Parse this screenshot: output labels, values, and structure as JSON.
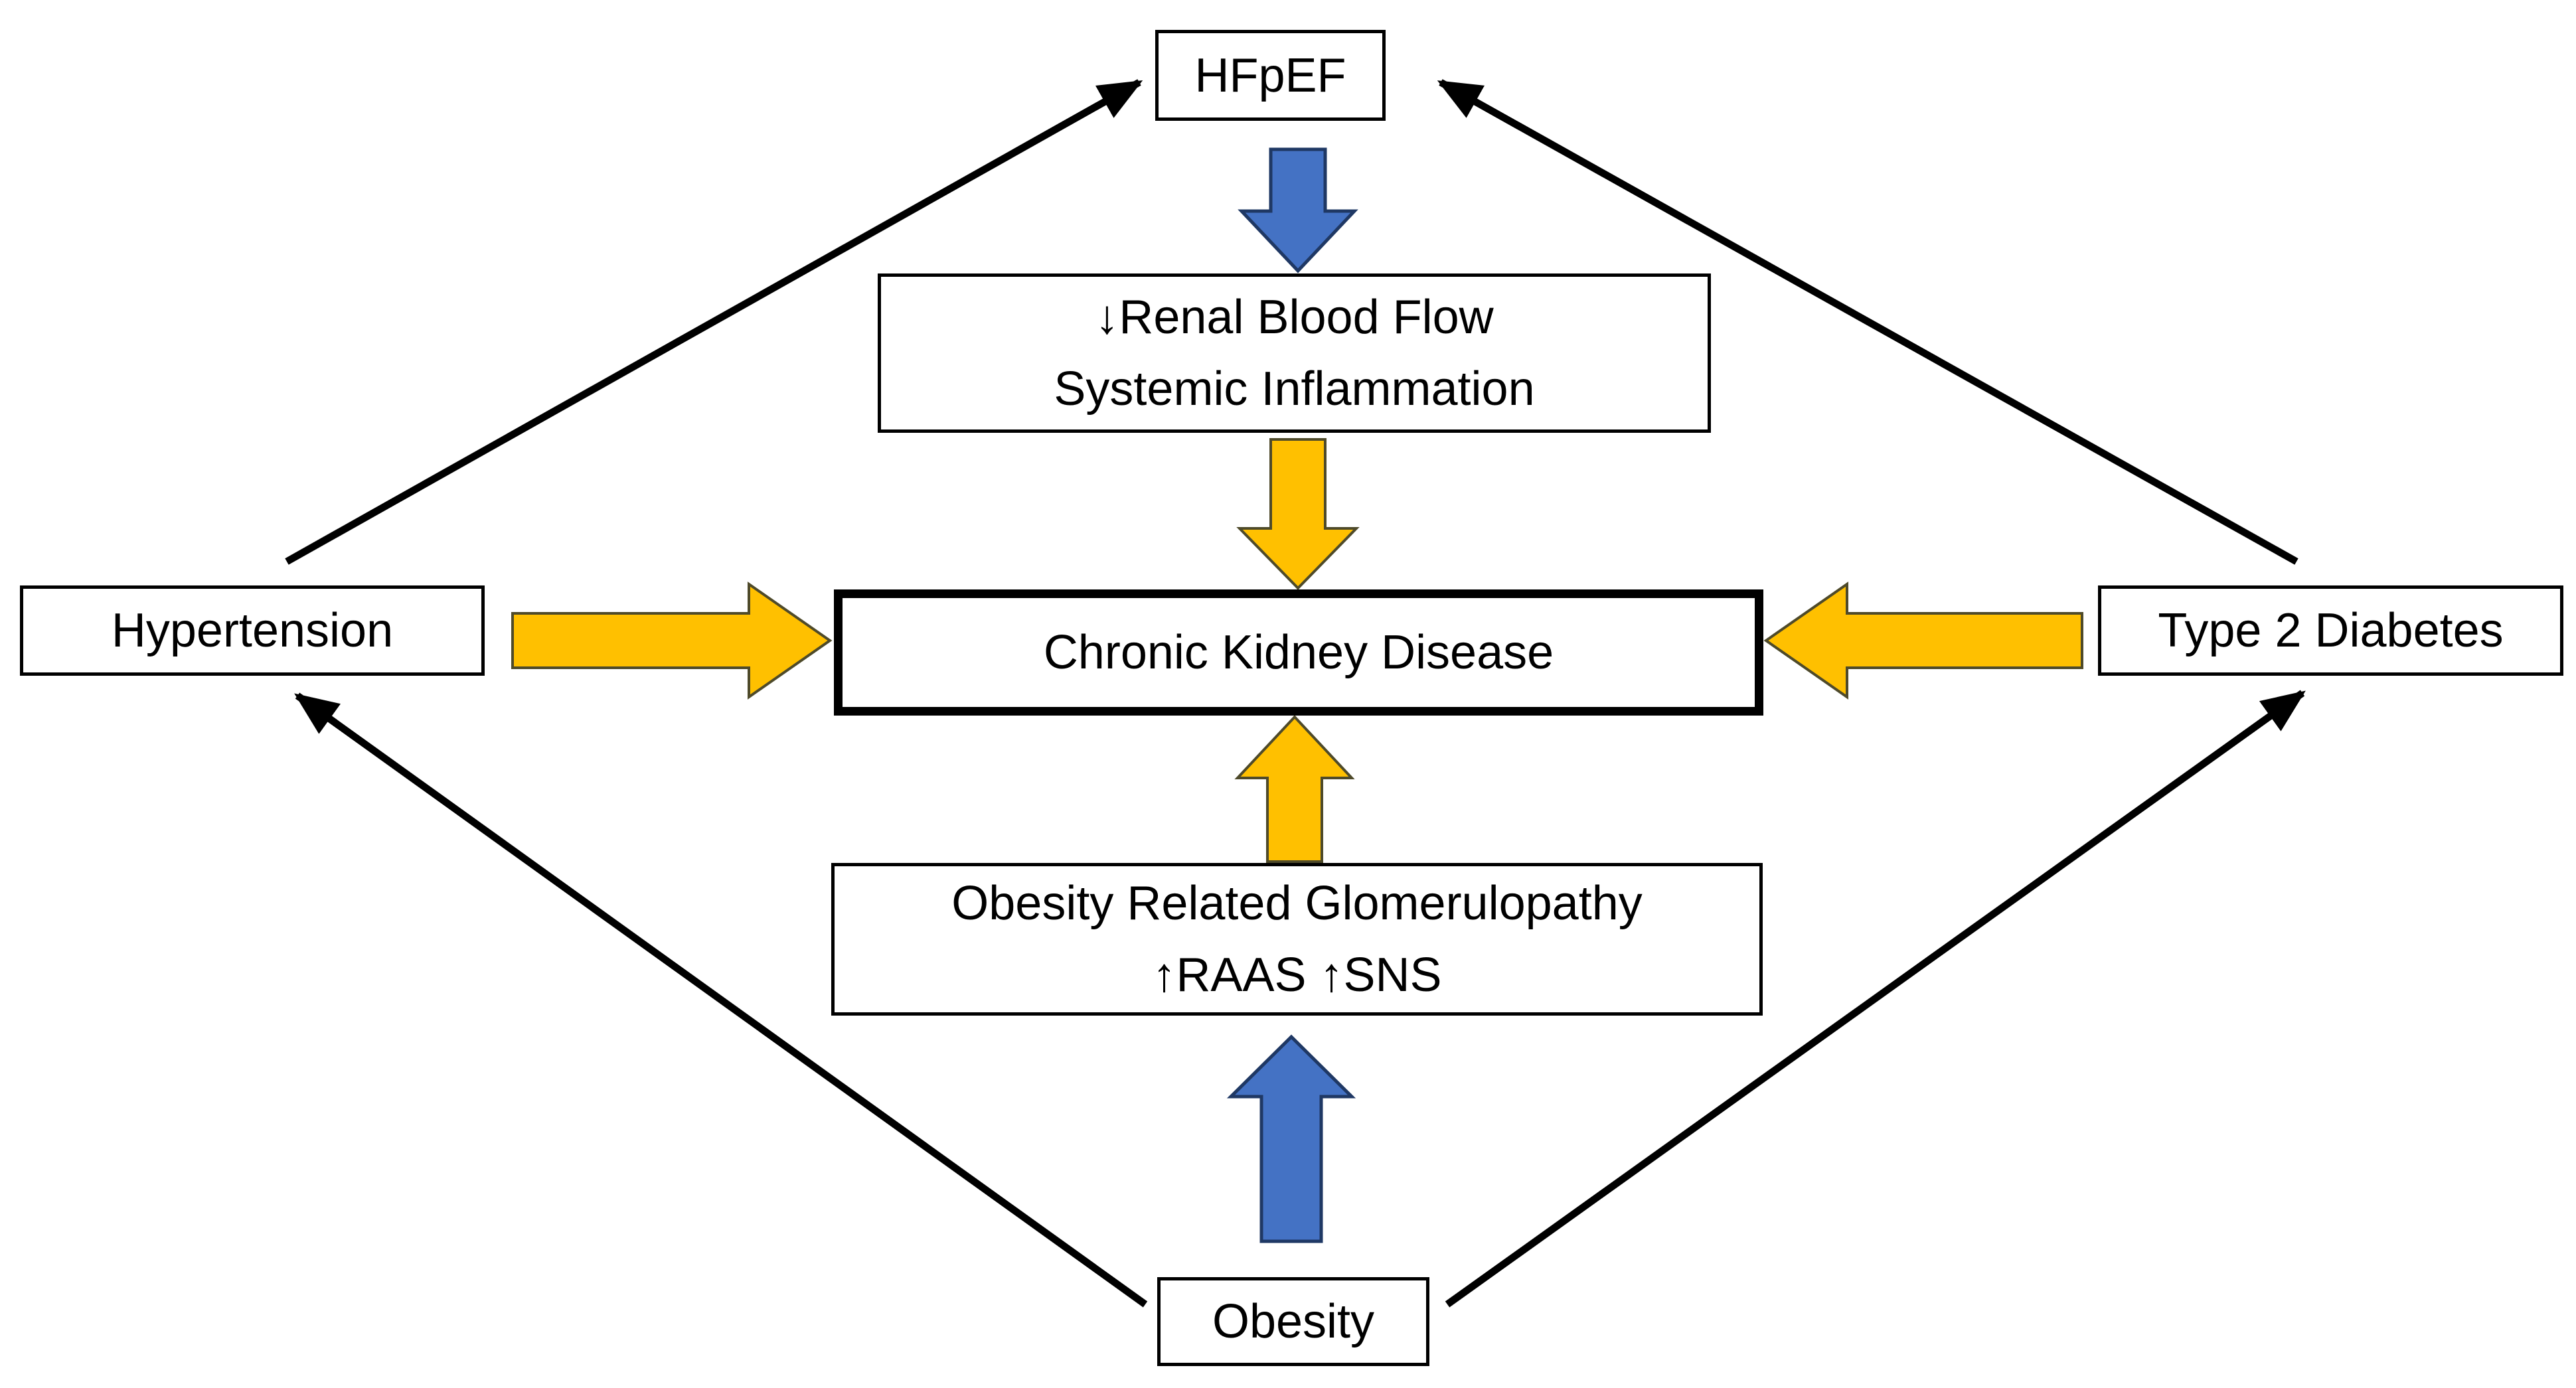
{
  "diagram": {
    "background": "#FFFFFF",
    "nodes": {
      "hfpef": {
        "label": "HFpEF"
      },
      "renal_inflammation": {
        "line1": "↓Renal Blood Flow",
        "line2": "Systemic Inflammation"
      },
      "chronic_kidney_disease": {
        "label": "Chronic Kidney Disease"
      },
      "hypertension": {
        "label": "Hypertension"
      },
      "type_2_diabetes": {
        "label": "Type 2 Diabetes"
      },
      "obesity_glomerulopathy": {
        "line1": "Obesity Related Glomerulopathy",
        "line2": "↑RAAS ↑SNS"
      },
      "obesity": {
        "label": "Obesity"
      }
    },
    "colors": {
      "yellow_block_arrow": "#FFC000",
      "blue_block_arrow": "#4472C4",
      "connector": "#000000",
      "box_border": "#000000",
      "box_fill": "#FFFFFF",
      "text": "#000000"
    },
    "edges": [
      {
        "from": "hfpef",
        "to": "renal_inflammation",
        "style": "block-arrow",
        "color": "#4472C4"
      },
      {
        "from": "renal_inflammation",
        "to": "chronic_kidney_disease",
        "style": "block-arrow",
        "color": "#FFC000"
      },
      {
        "from": "hypertension",
        "to": "chronic_kidney_disease",
        "style": "block-arrow",
        "color": "#FFC000"
      },
      {
        "from": "type_2_diabetes",
        "to": "chronic_kidney_disease",
        "style": "block-arrow",
        "color": "#FFC000"
      },
      {
        "from": "obesity_glomerulopathy",
        "to": "chronic_kidney_disease",
        "style": "block-arrow",
        "color": "#FFC000"
      },
      {
        "from": "obesity",
        "to": "obesity_glomerulopathy",
        "style": "block-arrow",
        "color": "#4472C4"
      },
      {
        "from": "hypertension",
        "to": "hfpef",
        "style": "line-arrow",
        "color": "#000000"
      },
      {
        "from": "type_2_diabetes",
        "to": "hfpef",
        "style": "line-arrow",
        "color": "#000000"
      },
      {
        "from": "obesity",
        "to": "hypertension",
        "style": "line-arrow",
        "color": "#000000"
      },
      {
        "from": "obesity",
        "to": "type_2_diabetes",
        "style": "line-arrow",
        "color": "#000000"
      }
    ]
  }
}
